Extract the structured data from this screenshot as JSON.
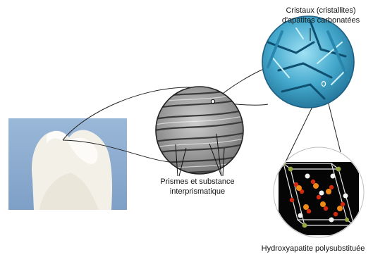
{
  "labels": {
    "crystals_line1": "Cristaux (cristallites)",
    "crystals_line2": "d'apatites carbonatées",
    "prisms_line1": "Prismes et substance",
    "prisms_line2": "interprismatique",
    "hydroxyapatite": "Hydroxyapatite polysubstituée"
  },
  "icons": [
    "tooth-photo",
    "enamel-prisms-micrograph",
    "apatite-crystals-micrograph",
    "hydroxyapatite-crystal-lattice"
  ],
  "colors": {
    "tooth_background": "#8fb0d4",
    "tooth": "#f2efe6",
    "crystals": "#3fa4c9",
    "lattice_bg": "#050505",
    "lattice_lines": "#e8e8e8",
    "atom_red": "#d62a10",
    "atom_orange": "#f08a18",
    "atom_white": "#f2f2f2",
    "atom_olive": "#9aa640",
    "connector": "#222222"
  }
}
